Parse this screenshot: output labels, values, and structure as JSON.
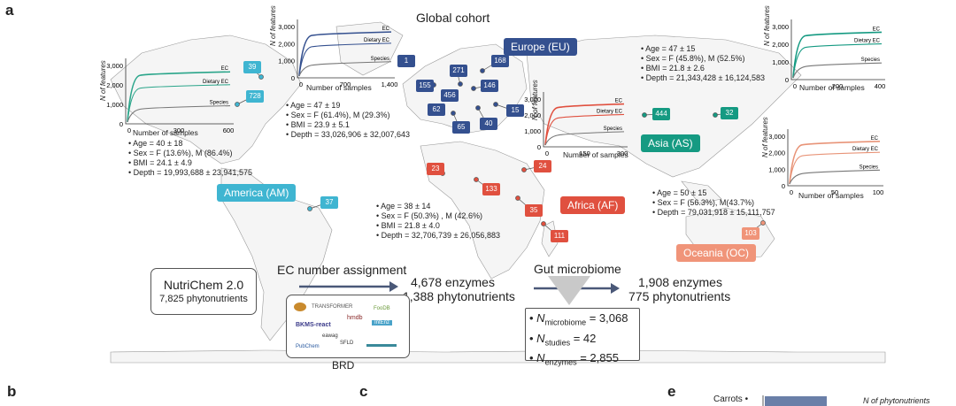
{
  "panels": {
    "a": "a",
    "b": "b",
    "c": "c",
    "e": "e"
  },
  "title": "Global cohort",
  "regions": {
    "europe": "Europe (EU)",
    "america": "America (AM)",
    "asia": "Asia (AS)",
    "africa": "Africa (AF)",
    "oceania": "Oceania (OC)"
  },
  "badges": {
    "eu": [
      "1",
      "271",
      "168",
      "155",
      "146",
      "456",
      "62",
      "15",
      "65",
      "40"
    ],
    "am": [
      "39",
      "728",
      "37"
    ],
    "af": [
      "23",
      "24",
      "133",
      "35",
      "111"
    ],
    "as": [
      "444",
      "32"
    ],
    "oc": [
      "103"
    ]
  },
  "stats": {
    "america": [
      "Age = 40 ± 18",
      "Sex = F (13.6%), M (86.4%)",
      "BMI = 24.1 ± 4.9",
      "Depth = 19,993,688 ± 23,941,575"
    ],
    "europe": [
      "Age = 47 ± 19",
      "Sex = F (61.4%), M (29.3%)",
      "BMI = 23.9 ± 5.1",
      "Depth = 33,026,906 ± 32,007,643"
    ],
    "asia": [
      "Age = 47 ± 15",
      "Sex = F (45.8%), M (52.5%)",
      "BMI = 21.8 ± 2.6",
      "Depth = 21,343,428 ± 16,124,583"
    ],
    "africa": [
      "Age = 38 ± 14",
      "Sex = F (50.3%) , M (42.6%)",
      "BMI = 21.8 ± 4.0",
      "Depth = 32,706,739 ± 26,056,883"
    ],
    "oceania": [
      "Age = 50 ± 15",
      "Sex = F (56.3%), M(43.7%)",
      "Depth = 79,031,918 ± 15,111,757"
    ]
  },
  "inset_common": {
    "ylabel": "N of features",
    "xlabel": "Number of samples",
    "series": [
      "EC",
      "Dietary EC",
      "Species"
    ]
  },
  "insets": [
    {
      "id": "america",
      "color": "#2aa58a",
      "xticks": [
        "0",
        "300",
        "600"
      ],
      "yticks": [
        "0",
        "1,000",
        "2,000",
        "3,000"
      ]
    },
    {
      "id": "europe",
      "color": "#34508f",
      "xticks": [
        "0",
        "700",
        "1,400"
      ],
      "yticks": [
        "0",
        "1,000",
        "2,000",
        "3,000"
      ]
    },
    {
      "id": "africa",
      "color": "#e0503f",
      "xticks": [
        "0",
        "150",
        "300"
      ],
      "yticks": [
        "0",
        "1,000",
        "2,000",
        "3,000"
      ]
    },
    {
      "id": "asia",
      "color": "#159a82",
      "xticks": [
        "0",
        "200",
        "400"
      ],
      "yticks": [
        "0",
        "1,000",
        "2,000",
        "3,000"
      ]
    },
    {
      "id": "oceania",
      "color": "#e89478",
      "xticks": [
        "0",
        "50",
        "100"
      ],
      "yticks": [
        "0",
        "1,000",
        "2,000",
        "3,000"
      ]
    }
  ],
  "flow": {
    "nutrichem_name": "NutriChem 2.0",
    "nutrichem_count": "7,825 phytonutrients",
    "ec_assignment": "EC number assignment",
    "stage1_enzymes": "4,678 enzymes",
    "stage1_phyto": "1,388 phytonutrients",
    "gut_microbiome": "Gut microbiome",
    "stage2_enzymes": "1,908 enzymes",
    "stage2_phyto": "775 phytonutrients",
    "brd": "BRD",
    "n_microbiome_sub": "microbiome",
    "n_microbiome_val": " = 3,068",
    "n_studies_sub": "studies",
    "n_studies_val": " = 42",
    "n_enzymes_sub": "enzymes",
    "n_enzymes_val": " = 2,855",
    "n_symbol": "N"
  },
  "logos": [
    "TRANSFORMER",
    "hmdb",
    "FooDB",
    "BKMS-react",
    "IntEnz",
    "eawag",
    "SFLD",
    "PubChem"
  ],
  "bottom": {
    "carrots": "Carrots",
    "n_phyto": "N of phytonutrients"
  },
  "colors": {
    "eu": "#34508f",
    "am": "#3fb5d1",
    "af": "#e0503f",
    "as": "#159a82",
    "oc": "#f09479",
    "arrow": "#4a5878"
  }
}
